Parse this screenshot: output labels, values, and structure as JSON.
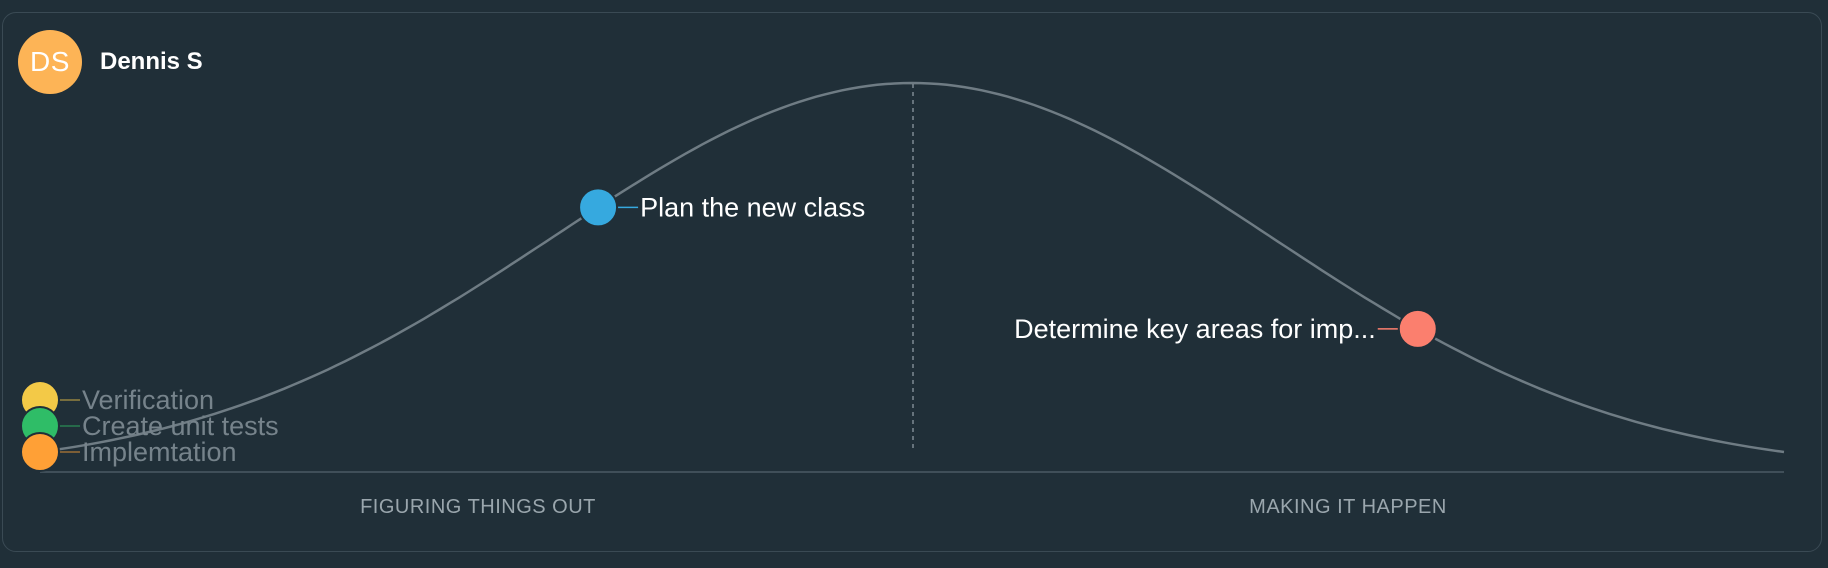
{
  "user": {
    "initials": "DS",
    "name": "Dennis S",
    "avatar_color": "#fdb456"
  },
  "phases": {
    "left_label": "FIGURING THINGS OUT",
    "right_label": "MAKING IT HAPPEN"
  },
  "colors": {
    "background": "#202f38",
    "curve": "#6f7c84",
    "active_label": "#ffffff",
    "faded_label": "#76838b"
  },
  "scopes": [
    {
      "label": "Plan the new class",
      "progress": 0.32,
      "color": "#36a9df",
      "label_side": "right",
      "faded": false
    },
    {
      "label": "Determine key areas for imp...",
      "progress": 0.79,
      "color": "#fb7f6e",
      "label_side": "left",
      "faded": false
    },
    {
      "label": "Verification",
      "progress": 0.0,
      "color": "#f3c947",
      "label_side": "right",
      "faded": true
    },
    {
      "label": "Create unit tests",
      "progress": 0.0,
      "color": "#2fbd67",
      "label_side": "right",
      "faded": true
    },
    {
      "label": "Implemtation",
      "progress": 0.0,
      "color": "#ffa036",
      "label_side": "right",
      "faded": true
    }
  ]
}
